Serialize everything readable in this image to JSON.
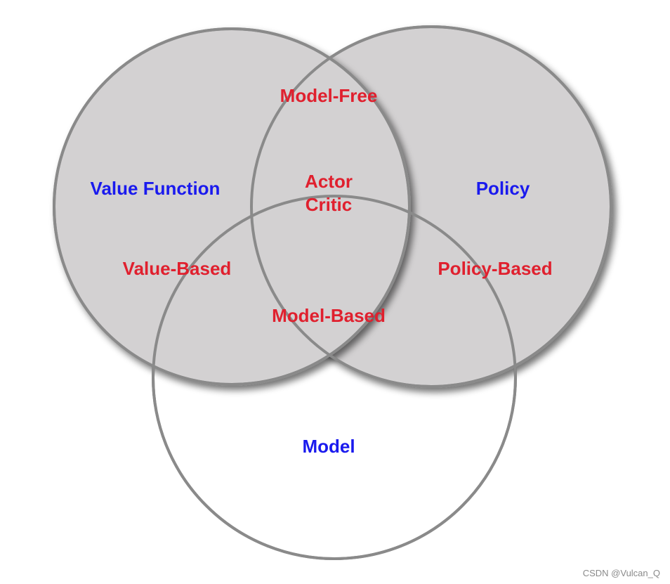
{
  "colors": {
    "set_label": "#1a1aee",
    "region_label": "#e0202e",
    "circle_fill": "#d3d1d2",
    "circle_stroke": "#8a8a8a",
    "model_fill": "#ffffff"
  },
  "sets": {
    "value_function": "Value Function",
    "policy": "Policy",
    "model": "Model"
  },
  "regions": {
    "model_free": "Model-Free",
    "actor": "Actor",
    "critic": "Critic",
    "value_based": "Value-Based",
    "policy_based": "Policy-Based",
    "model_based": "Model-Based"
  },
  "watermark": "CSDN @Vulcan_Q"
}
